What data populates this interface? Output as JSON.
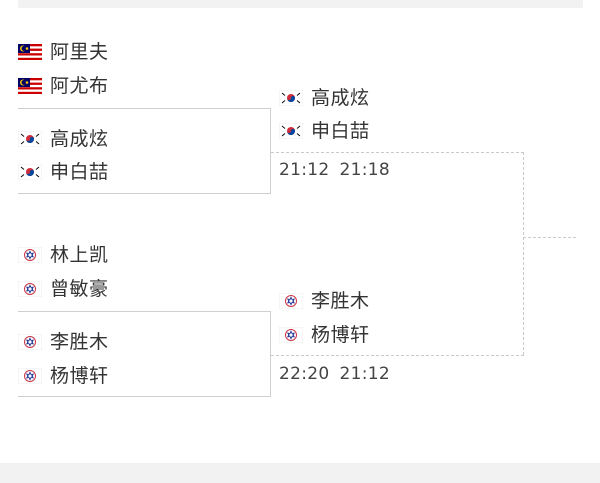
{
  "bracket": {
    "round1": [
      {
        "team_a": [
          {
            "name": "阿里夫",
            "flag": "malaysia-flag-icon"
          },
          {
            "name": "阿尤布",
            "flag": "malaysia-flag-icon"
          }
        ],
        "team_b": [
          {
            "name": "高成炫",
            "flag": "korea-flag-icon"
          },
          {
            "name": "申白喆",
            "flag": "korea-flag-icon"
          }
        ]
      },
      {
        "team_a": [
          {
            "name": "林上凯",
            "flag": "chinese-taipei-flag-icon"
          },
          {
            "name": "曾敏豪",
            "flag": "chinese-taipei-flag-icon"
          }
        ],
        "team_b": [
          {
            "name": "李胜木",
            "flag": "chinese-taipei-flag-icon"
          },
          {
            "name": "杨博轩",
            "flag": "chinese-taipei-flag-icon"
          }
        ]
      }
    ],
    "round2": [
      {
        "team": [
          {
            "name": "高成炫",
            "flag": "korea-flag-icon"
          },
          {
            "name": "申白喆",
            "flag": "korea-flag-icon"
          }
        ],
        "scores": [
          "21:12",
          "21:18"
        ]
      },
      {
        "team": [
          {
            "name": "李胜木",
            "flag": "chinese-taipei-flag-icon"
          },
          {
            "name": "杨博轩",
            "flag": "chinese-taipei-flag-icon"
          }
        ],
        "scores": [
          "22:20",
          "21:12"
        ]
      }
    ]
  },
  "colors": {
    "line": "#cfcfcf",
    "text": "#333333",
    "panel": "#f2f2f2"
  }
}
